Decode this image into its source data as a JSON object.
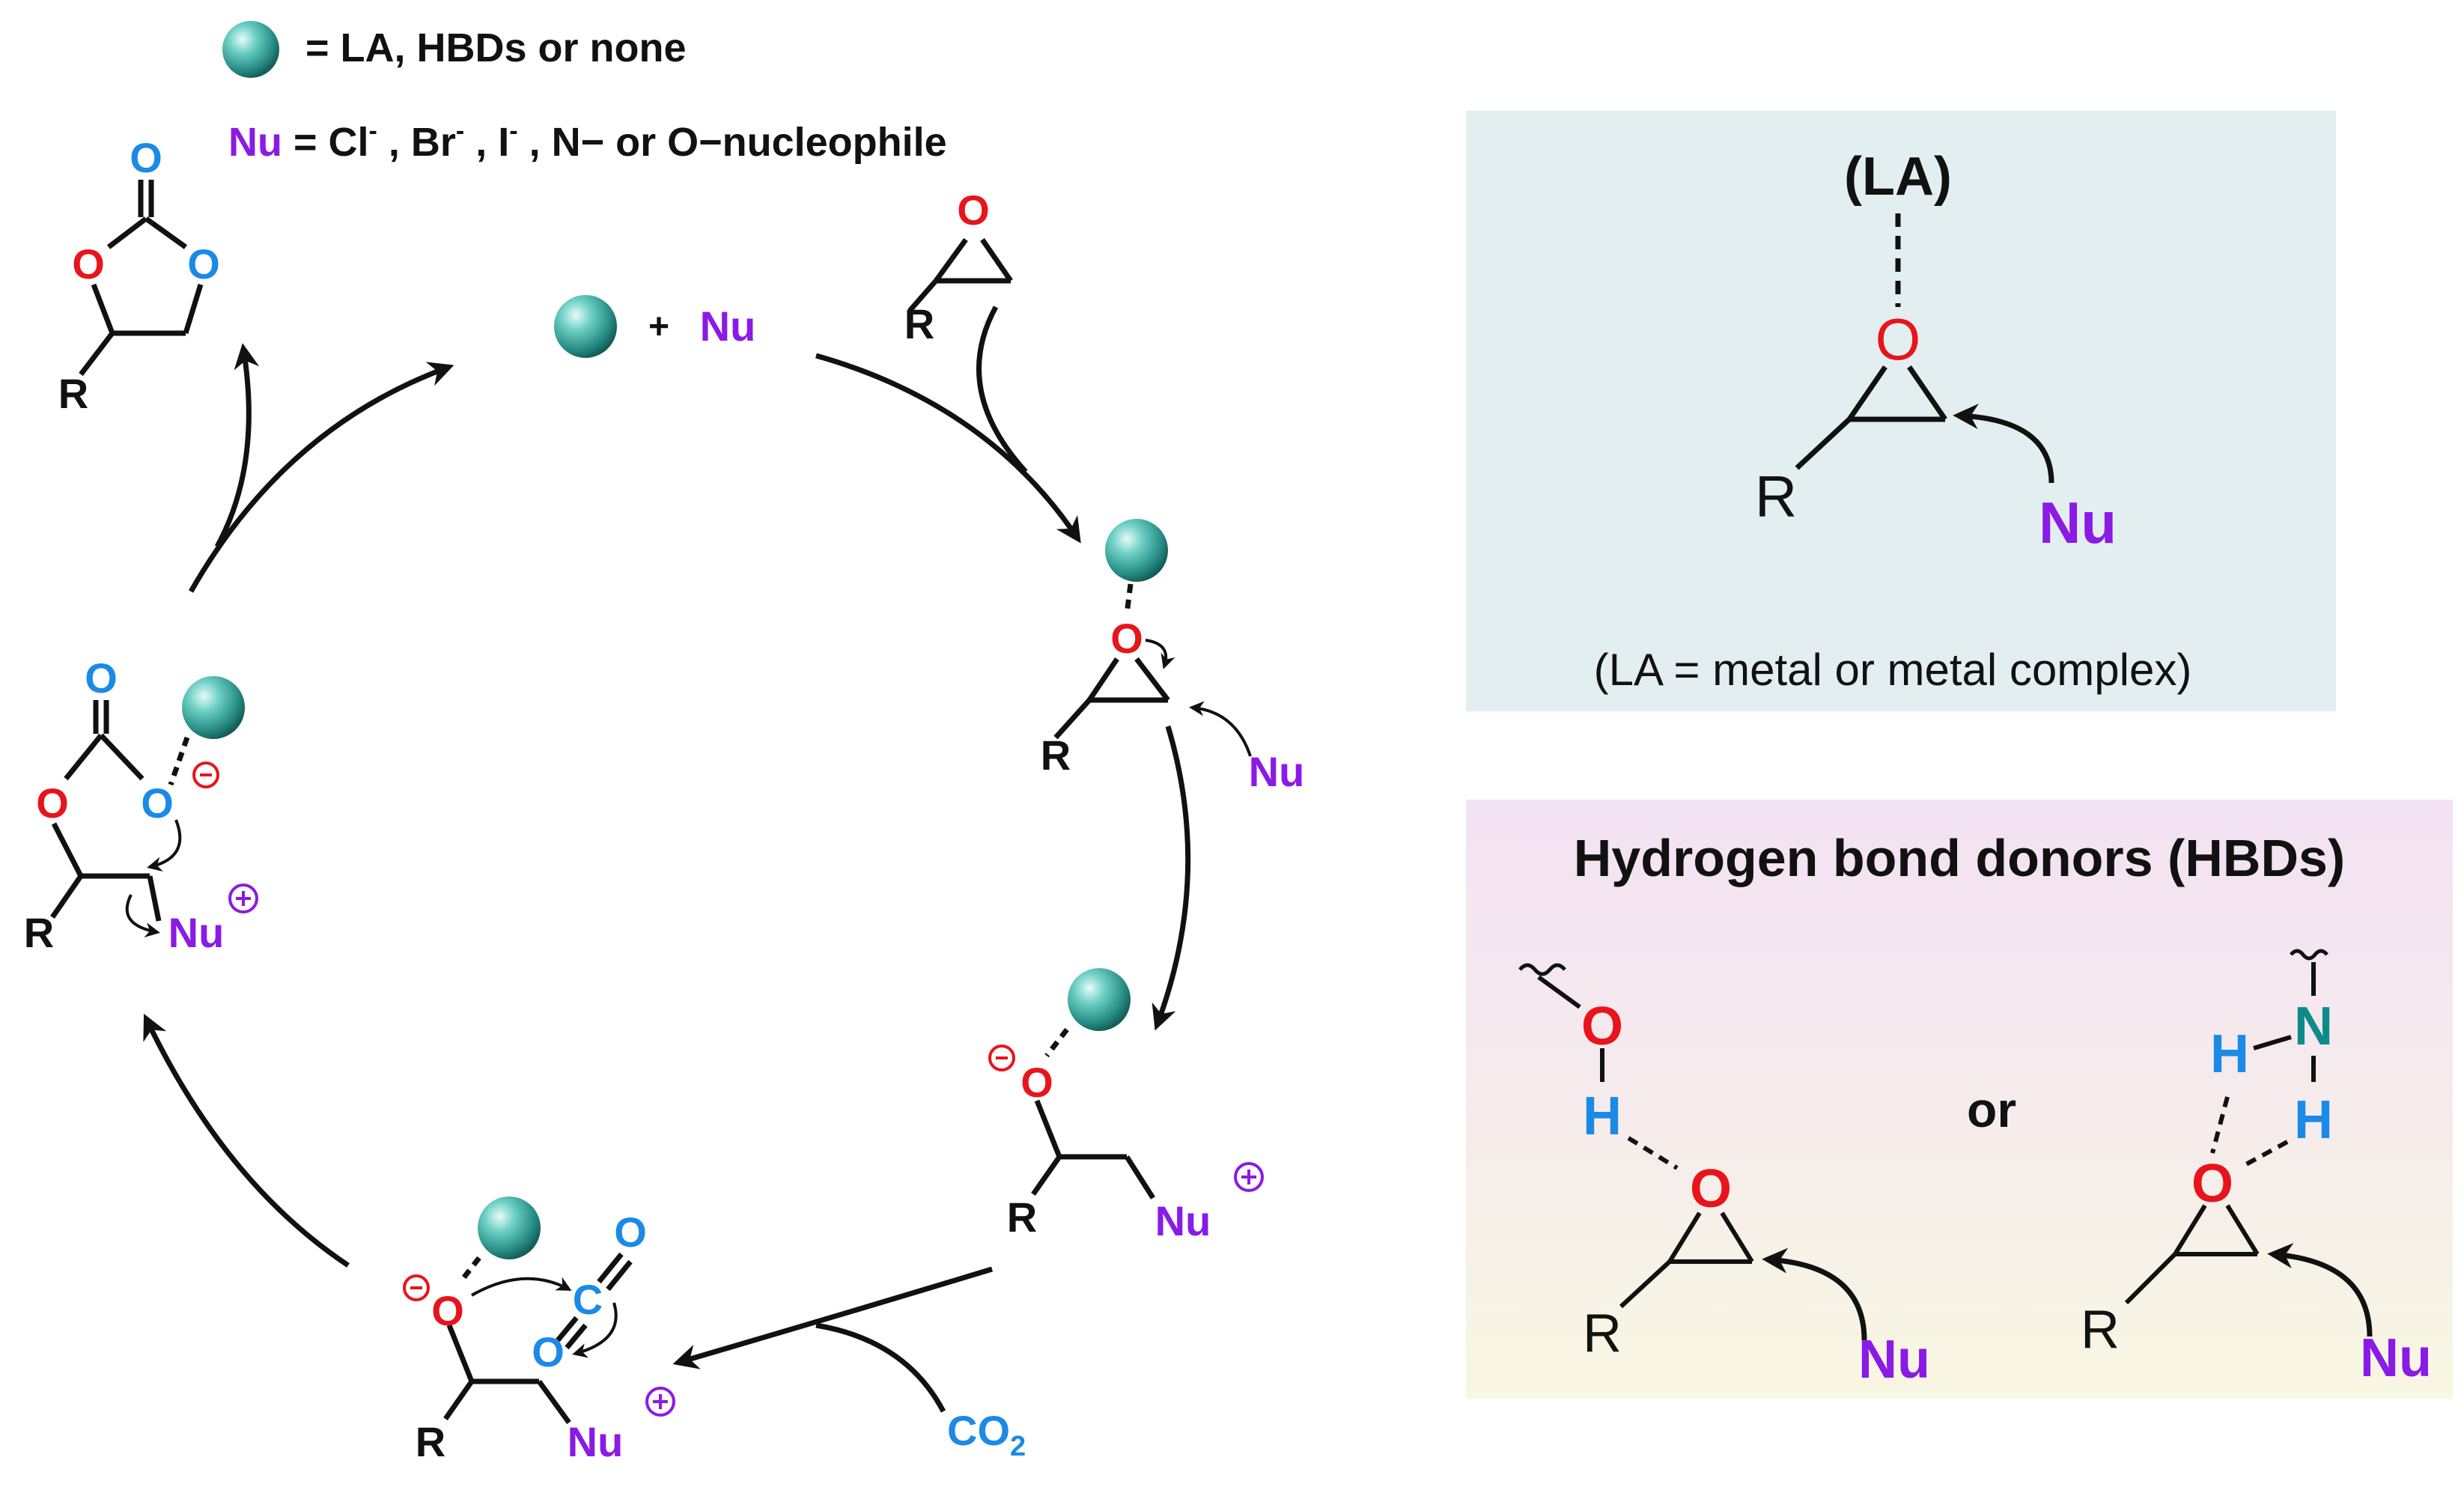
{
  "colors": {
    "oxygen": "#e8141b",
    "carbonate": "#1a8ae6",
    "nucleophile": "#8a1ae6",
    "nitrogen": "#0e8a8a",
    "black": "#111111",
    "la_panel": "#e3eef1",
    "hbd_panel_top": "#f3e3f3",
    "hbd_panel_bottom": "#f8f6e4",
    "sphere": "#3aa8a0"
  },
  "legend": {
    "sphere_def": "= LA, HBDs or none",
    "nu_symbol": "Nu",
    "nu_def_prefix": " = Cl",
    "sup_minus": "-",
    "sep1": " , Br",
    "sep2": " , I",
    "nu_def_suffix": " , N− or O−nucleophile"
  },
  "atoms": {
    "O": "O",
    "C": "C",
    "R": "R",
    "Nu": "Nu",
    "N": "N",
    "H": "H",
    "minus": "−",
    "plus": "+"
  },
  "cycle": {
    "plus_sign": "+",
    "co2_text": "CO",
    "co2_sub": "2"
  },
  "la_panel": {
    "label": "(LA)",
    "caption": "(LA = metal or metal complex)"
  },
  "hbd_panel": {
    "title": "Hydrogen bond donors (HBDs)",
    "or_text": "or"
  }
}
